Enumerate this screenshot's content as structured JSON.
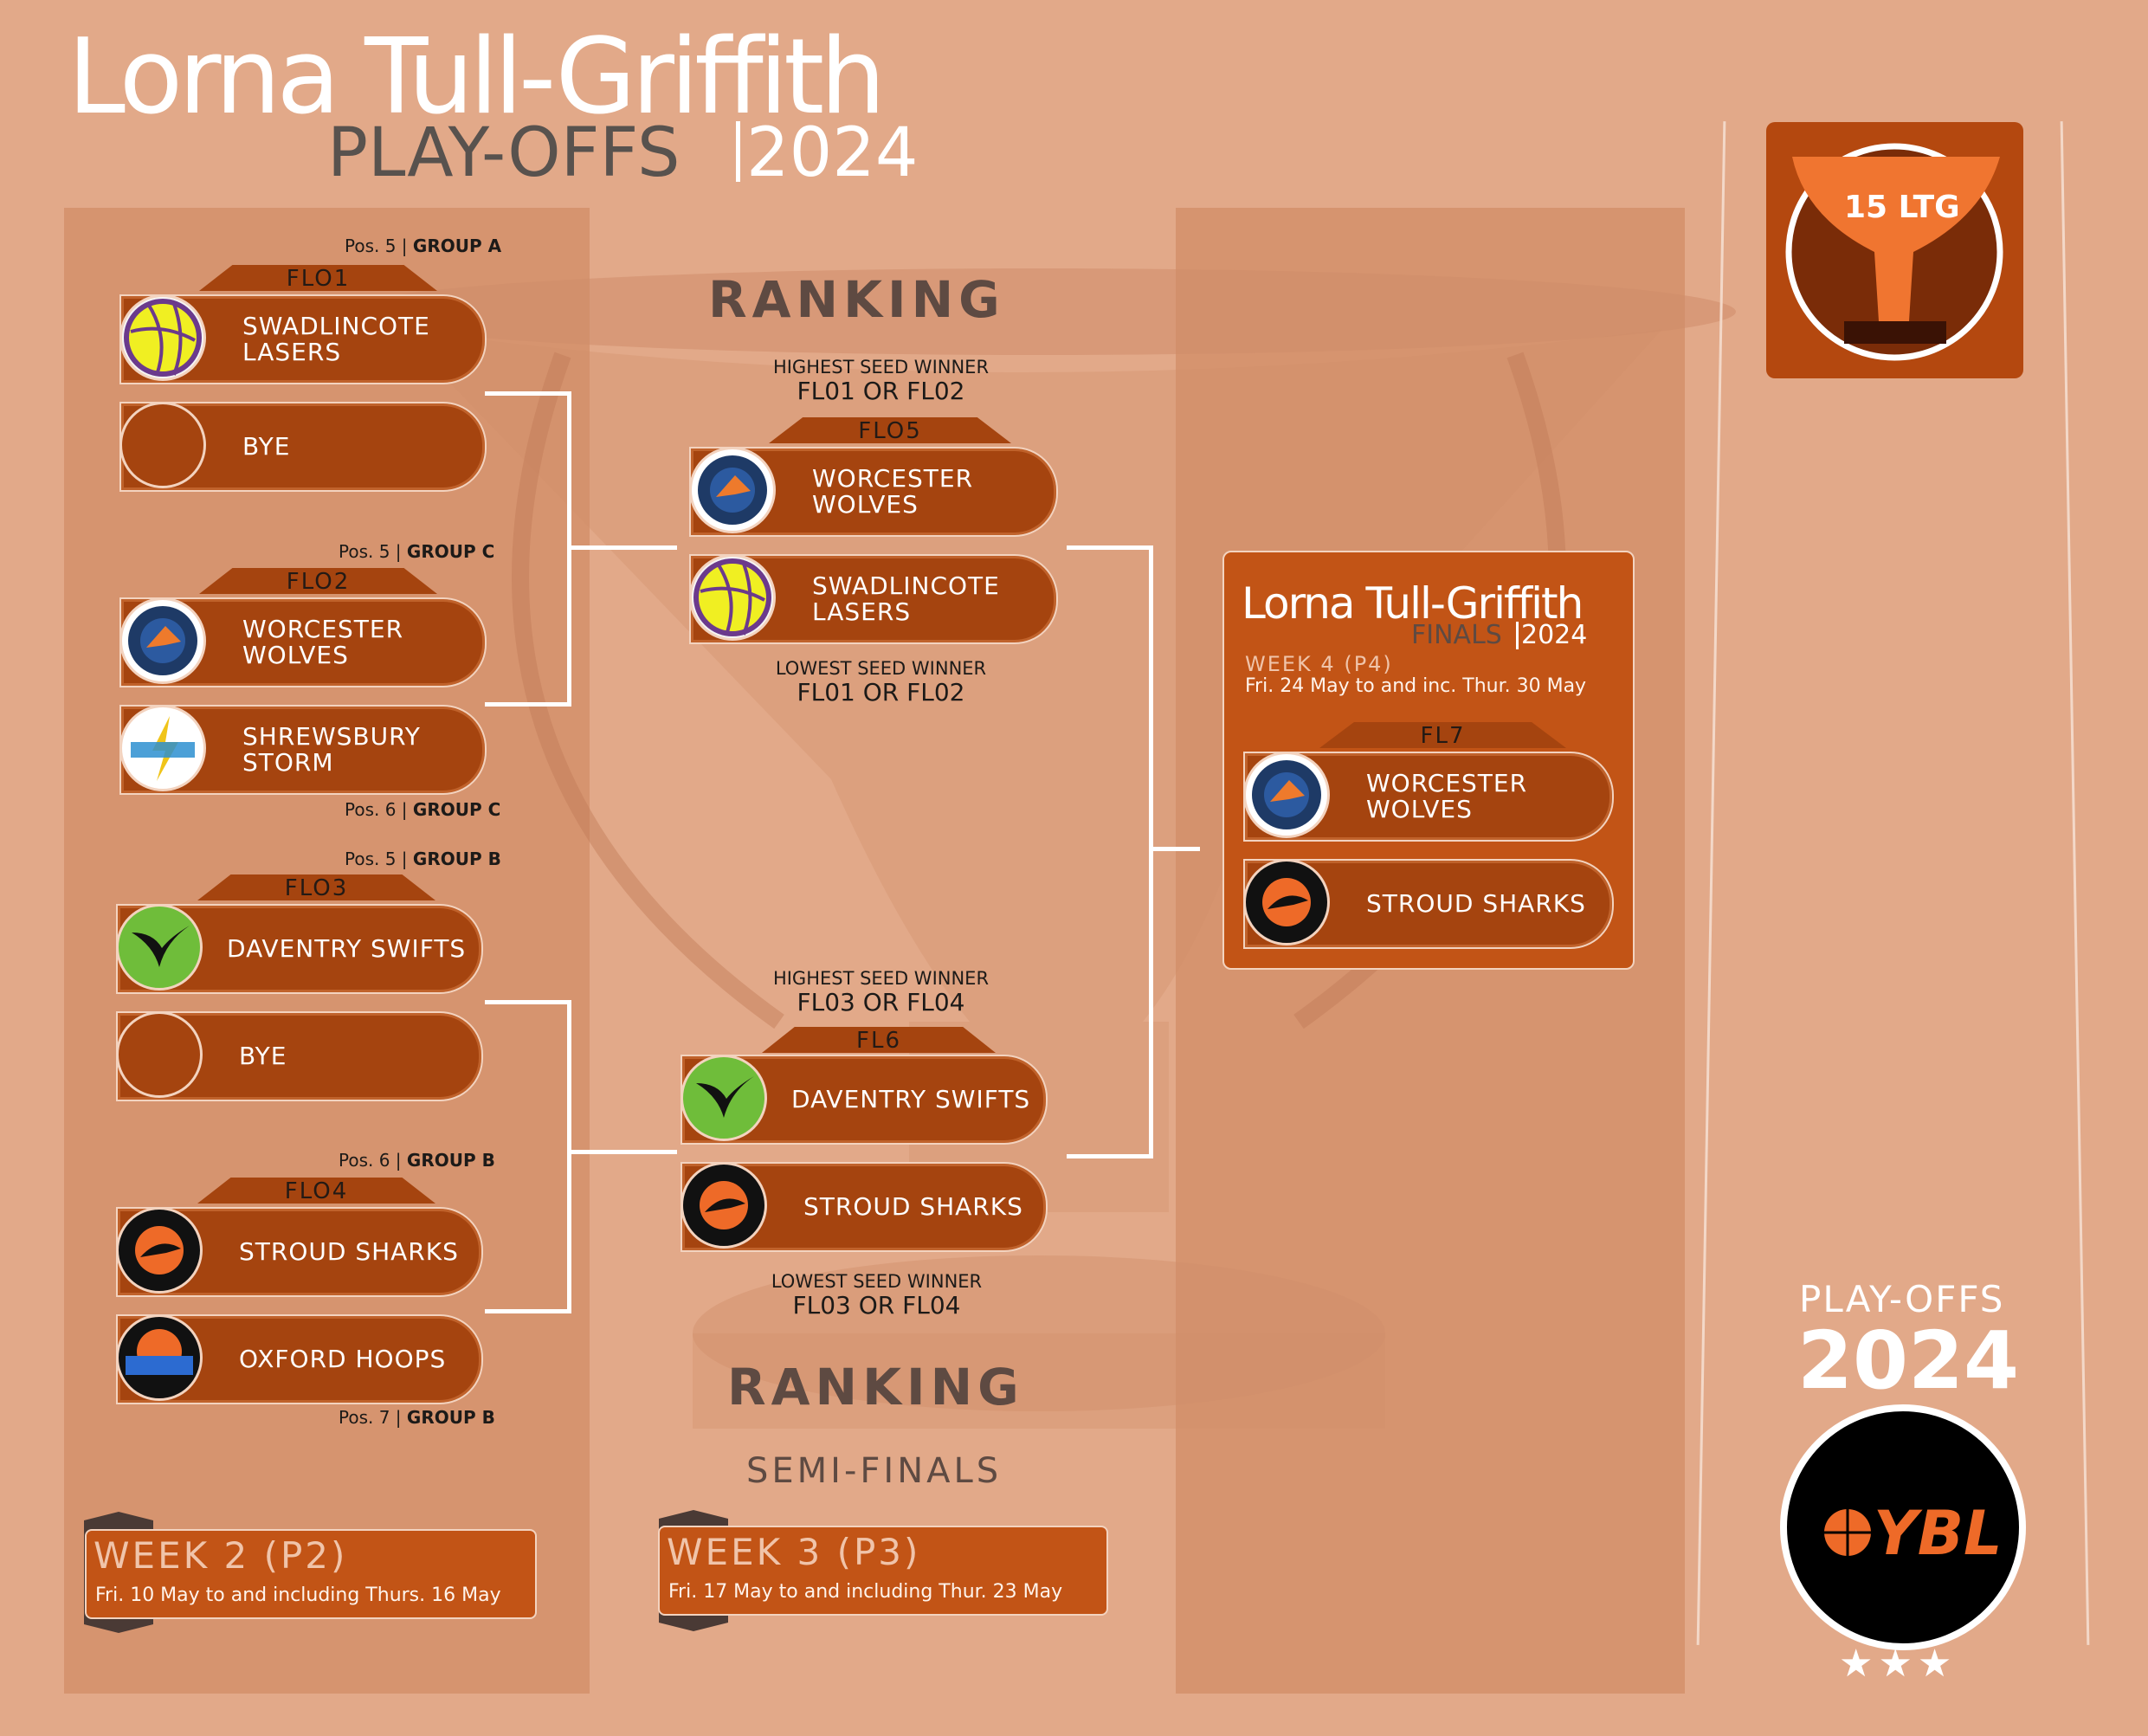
{
  "header": {
    "title": "Lorna Tull-Griffith",
    "subtitle_left": "PLAY-OFFS",
    "subtitle_right": "2024"
  },
  "trophy_badge": {
    "label": "15 LTG"
  },
  "round1": {
    "fl01": {
      "tab": "FLO1",
      "pos_top": "Pos. 5 |",
      "group_top": "GROUP A",
      "teams": [
        "SWADLINCOTE\nLASERS",
        "BYE"
      ]
    },
    "fl02": {
      "tab": "FLO2",
      "pos_top": "Pos. 5 |",
      "group_top": "GROUP C",
      "pos_bottom": "Pos. 6 |",
      "group_bottom": "GROUP C",
      "teams": [
        "WORCESTER\nWOLVES",
        "SHREWSBURY\nSTORM"
      ]
    },
    "fl03": {
      "tab": "FLO3",
      "pos_top": "Pos. 5 |",
      "group_top": "GROUP B",
      "teams": [
        "DAVENTRY SWIFTS",
        "BYE"
      ]
    },
    "fl04": {
      "tab": "FLO4",
      "pos_top": "Pos. 6 |",
      "group_top": "GROUP B",
      "pos_bottom": "Pos. 7 |",
      "group_bottom": "GROUP B",
      "teams": [
        "STROUD SHARKS",
        "OXFORD HOOPS"
      ]
    }
  },
  "semis": {
    "ranking_top": "RANKING",
    "ranking_bottom": "RANKING",
    "label": "SEMI-FINALS",
    "fl5": {
      "tab": "FLO5",
      "high_small": "HIGHEST SEED WINNER",
      "high_big": "FL01 OR FL02",
      "low_small": "LOWEST SEED WINNER",
      "low_big": "FL01 OR FL02",
      "teams": [
        "WORCESTER\nWOLVES",
        "SWADLINCOTE\nLASERS"
      ]
    },
    "fl6": {
      "tab": "FL6",
      "high_small": "HIGHEST SEED WINNER",
      "high_big": "FL03 OR FL04",
      "low_small": "LOWEST SEED WINNER",
      "low_big": "FL03 OR FL04",
      "teams": [
        "DAVENTRY SWIFTS",
        "STROUD SHARKS"
      ]
    }
  },
  "final": {
    "title": "Lorna Tull-Griffith",
    "sub_left": "FINALS",
    "sub_right": "2024",
    "week": "WEEK 4 (P4)",
    "dates": "Fri. 24 May to and inc. Thur. 30 May",
    "tab": "FL7",
    "teams": [
      "WORCESTER\nWOLVES",
      "STROUD SHARKS"
    ]
  },
  "weeks": {
    "w2": {
      "title": "WEEK 2 (P2)",
      "dates": "Fri. 10 May to and including Thurs. 16 May"
    },
    "w3": {
      "title": "WEEK 3 (P3)",
      "dates": "Fri. 17 May to and including Thur. 23 May"
    }
  },
  "badge": {
    "line1": "PLAY-OFFS",
    "line2": "2024",
    "logo_text": "YBL",
    "stars": "★★★"
  },
  "colors": {
    "background": "#e2a989",
    "panel": "#d6946f",
    "team_pill": "#a5440f",
    "accent": "#c25416"
  }
}
